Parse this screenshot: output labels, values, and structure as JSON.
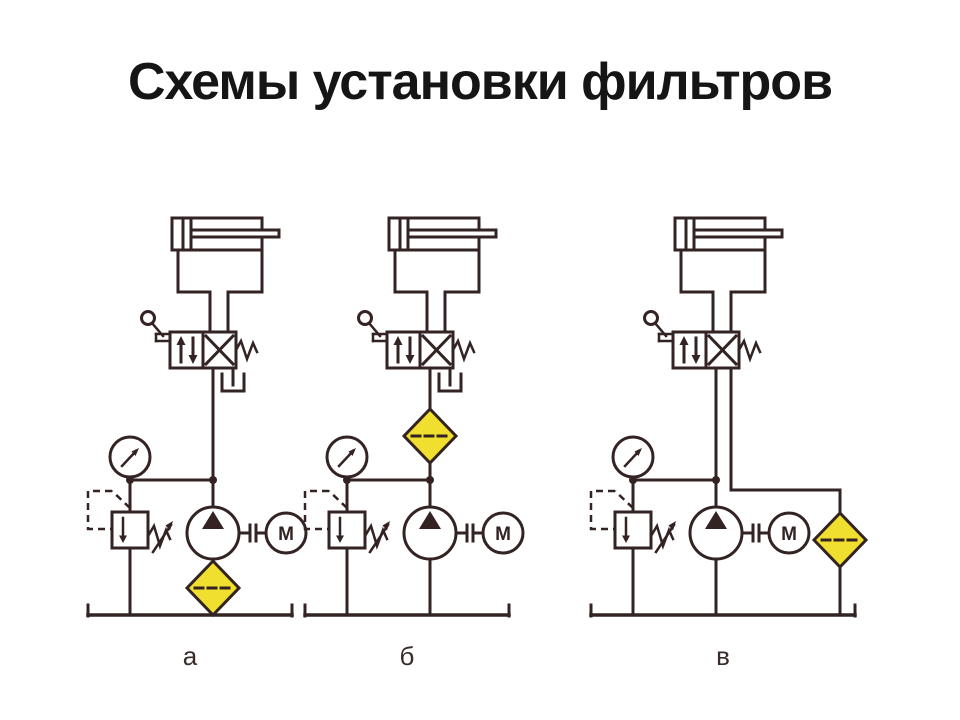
{
  "title": "Схемы установки фильтров",
  "colors": {
    "line": "#332323",
    "filter_fill": "#f0df2e",
    "background": "#ffffff",
    "title": "#151515",
    "label": "#3a2b2b"
  },
  "schemes": [
    {
      "label": "а",
      "motor_label": "M",
      "filter_location": "suction"
    },
    {
      "label": "б",
      "motor_label": "M",
      "filter_location": "pressure"
    },
    {
      "label": "в",
      "motor_label": "M",
      "filter_location": "return"
    }
  ],
  "components": [
    "hydraulic-cylinder",
    "directional-control-valve",
    "lever",
    "tank-drain",
    "pressure-gauge",
    "relief-valve",
    "pump",
    "coupling",
    "electric-motor",
    "filter",
    "tank-line"
  ]
}
